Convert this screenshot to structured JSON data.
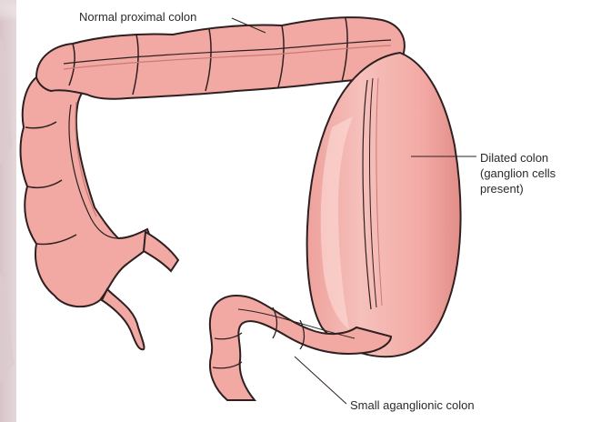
{
  "labels": {
    "normal_proximal_colon": "Normal proximal colon",
    "dilated_colon": [
      "Dilated colon",
      "(ganglion cells",
      "present)"
    ],
    "small_aganglionic_colon": "Small aganglionic colon"
  },
  "colors": {
    "colon_fill": "#f2a9a4",
    "colon_shadow": "#d9827c",
    "colon_highlight": "#f9cfcb",
    "outline": "#2e2020",
    "background_blur": "#e9dcdf"
  }
}
